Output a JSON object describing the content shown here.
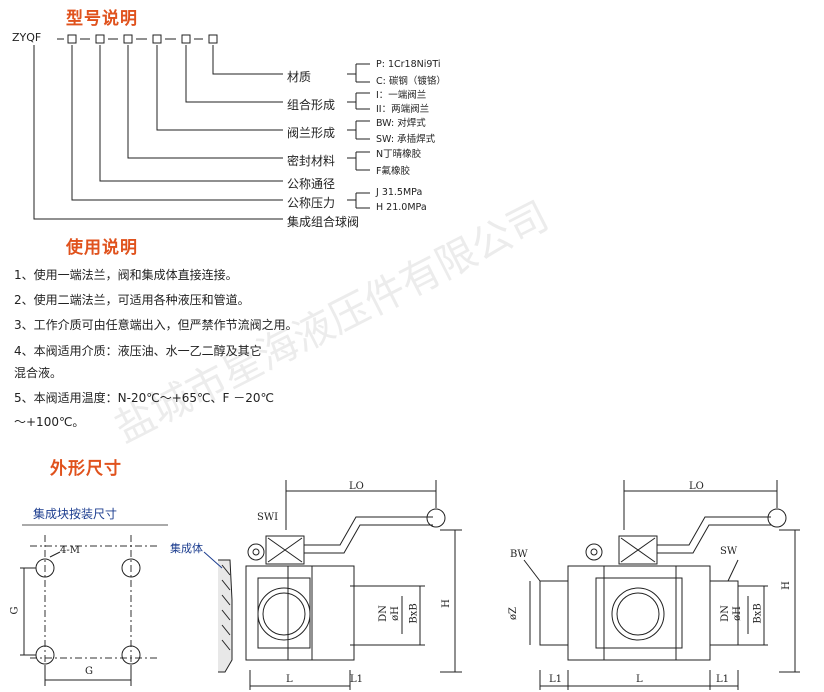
{
  "model": {
    "title": "型号说明",
    "code": "ZYQF",
    "rows": [
      {
        "label": "材质",
        "opts": [
          "P: 1Cr18Ni9Ti",
          "C: 碳钢（镀铬）"
        ]
      },
      {
        "label": "组合形成",
        "opts": [
          "I：一端阀兰",
          "II：两端阀兰"
        ]
      },
      {
        "label": "阀兰形成",
        "opts": [
          "BW: 对焊式",
          "SW: 承插焊式"
        ]
      },
      {
        "label": "密封材料",
        "opts": [
          "N丁晴橡胶",
          "F氟橡胶"
        ]
      },
      {
        "label": "公称通径",
        "opts": []
      },
      {
        "label": "公称压力",
        "opts": [
          "J 31.5MPa",
          "H 21.0MPa"
        ]
      },
      {
        "label": "集成组合球阀",
        "opts": []
      }
    ]
  },
  "usage": {
    "title": "使用说明",
    "lines": [
      "1、使用一端法兰，阀和集成体直接连接。",
      "2、使用二端法兰，可适用各种液压和管道。",
      "3、工作介质可由任意端出入，但严禁作节流阀之用。",
      "4、本阀适用介质：液压油、水一乙二醇及其它",
      "混合液。",
      "5、本阀适用温度：N-20℃～+65℃、F －20℃",
      "～+100℃。"
    ]
  },
  "dims": {
    "title": "外形尺寸",
    "mount_title": "集成块按装尺寸",
    "labels": {
      "m": "4-M",
      "g_side": "G",
      "g_bottom": "G",
      "swi": "SWI",
      "jct": "集成体",
      "lo1": "LO",
      "lo2": "LO",
      "bw": "BW",
      "sw": "SW",
      "h1": "H",
      "bxb1": "BxB",
      "phih1": "øH",
      "dn1": "DN",
      "h2": "H",
      "bxb2": "BxB",
      "phih2": "øH",
      "dn2": "DN",
      "phiz": "øZ",
      "l1": "L",
      "l1b": "L1",
      "l2": "L",
      "l1c": "L1",
      "l1d": "L1"
    }
  },
  "watermark": "盐城市星海液压件有限公司"
}
